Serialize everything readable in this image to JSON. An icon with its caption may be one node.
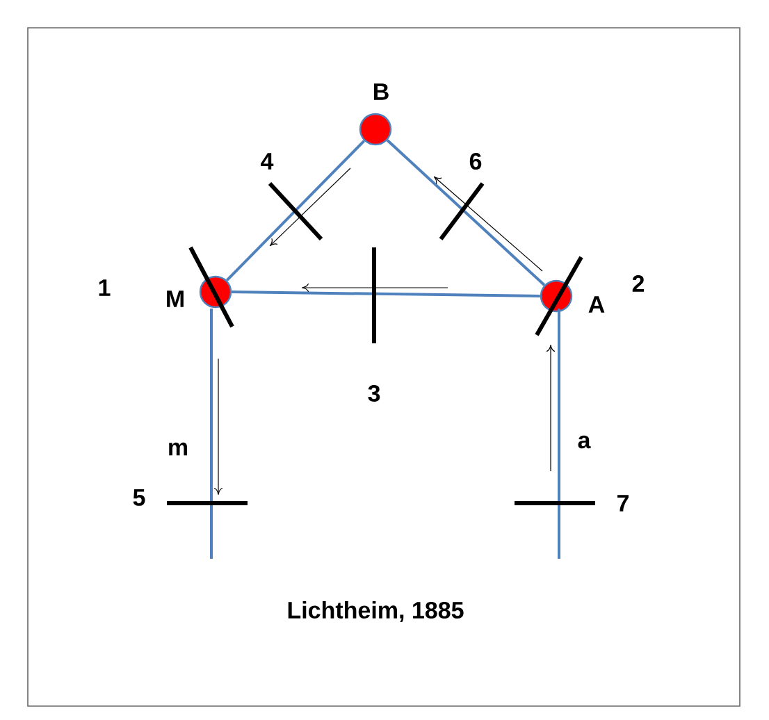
{
  "diagram": {
    "caption": "Lichtheim, 1885",
    "nodes": [
      {
        "text": [
          "B"
        ]
      },
      {
        "text": [
          "M"
        ]
      },
      {
        "text": [
          "A"
        ]
      }
    ],
    "edges": [
      {
        "from": 1,
        "to": 0,
        "arrow": "none"
      },
      {
        "from": 0,
        "to": 2,
        "arrow": "none"
      },
      {
        "from": 2,
        "to": 1,
        "arrow": "none"
      },
      {
        "from": 1,
        "to": null,
        "arrow": "none",
        "label": "m"
      },
      {
        "from": 2,
        "to": null,
        "arrow": "none",
        "label": "a"
      }
    ],
    "labels": [
      "4",
      "6",
      "1",
      "2",
      "3",
      "5",
      "7"
    ]
  }
}
